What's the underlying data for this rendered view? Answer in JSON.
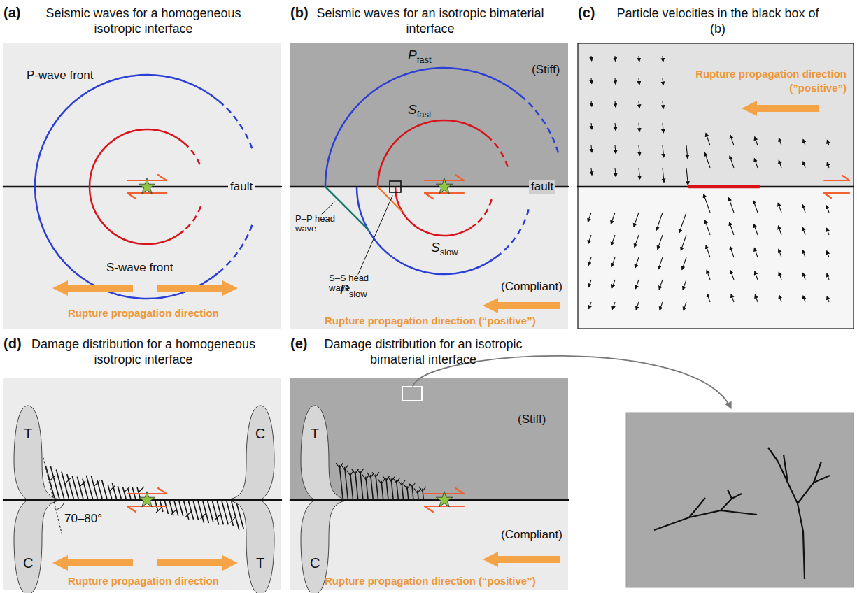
{
  "diagram": {
    "nodes": [
      {
        "text": [
          "(a)",
          "Seismic waves for a homogeneous isotropic interface"
        ]
      },
      {
        "text": [
          "(b)",
          "Seismic waves for an isotropic bimaterial interface"
        ]
      },
      {
        "text": [
          "(c)",
          "Particle velocities in the black box of (b)"
        ]
      },
      {
        "text": [
          "(d)",
          "Damage distribution for a homogeneous isotropic interface"
        ]
      },
      {
        "text": [
          "(e)",
          "Damage distribution for an isotropic bimaterial interface"
        ]
      }
    ],
    "labels": [
      "P-wave front",
      "S-wave front",
      "fault",
      "Rupture propagation direction",
      "Pfast",
      "Sfast",
      "(Stiff)",
      "fault",
      "P–P head wave",
      "S–S head wave",
      "Sslow",
      "Pslow",
      "(Compliant)",
      "Rupture propagation direction (“positive”)",
      "Rupture propagation direction (”positive”)",
      "T",
      "C",
      "C",
      "T",
      "70–80°",
      "Rupture propagation direction",
      "T",
      "C",
      "(Stiff)",
      "(Compliant)",
      "Rupture propagation direction (“positive”)"
    ]
  }
}
